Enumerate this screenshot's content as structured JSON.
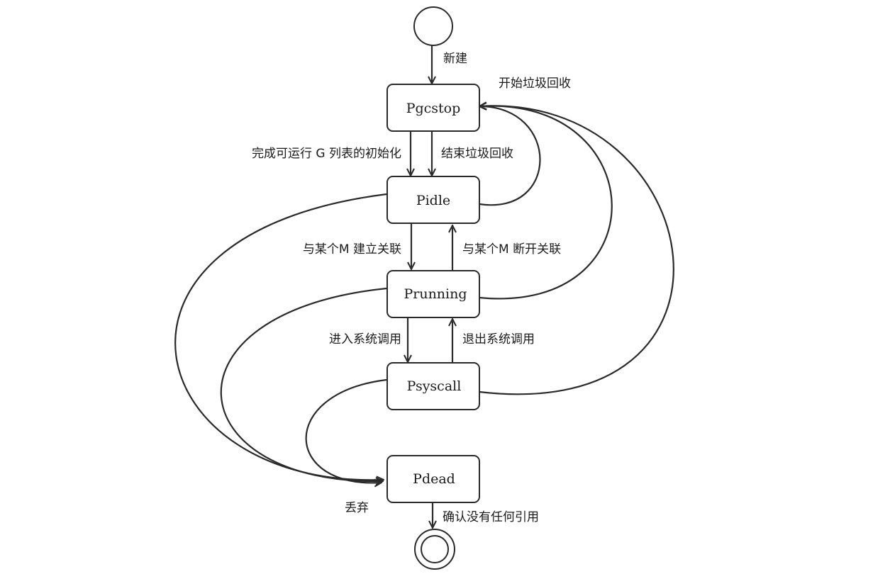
{
  "states": {
    "pgcstop": "Pgcstop",
    "pidle": "Pidle",
    "prunning": "Prunning",
    "psyscall": "Psyscall",
    "pdead": "Pdead"
  },
  "transitions": {
    "create": "新建",
    "start_gc": "开始垃圾回收",
    "init_run_queue": "完成可运行 G 列表的初始化",
    "end_gc": "结束垃圾回收",
    "bind_m": "与某个M 建立关联",
    "unbind_m": "与某个M 断开关联",
    "enter_syscall": "进入系统调用",
    "exit_syscall": "退出系统调用",
    "discard": "丢弃",
    "confirm_no_refs": "确认没有任何引用"
  },
  "colors": {
    "stroke": "#2a2a2a",
    "background": "#ffffff"
  }
}
